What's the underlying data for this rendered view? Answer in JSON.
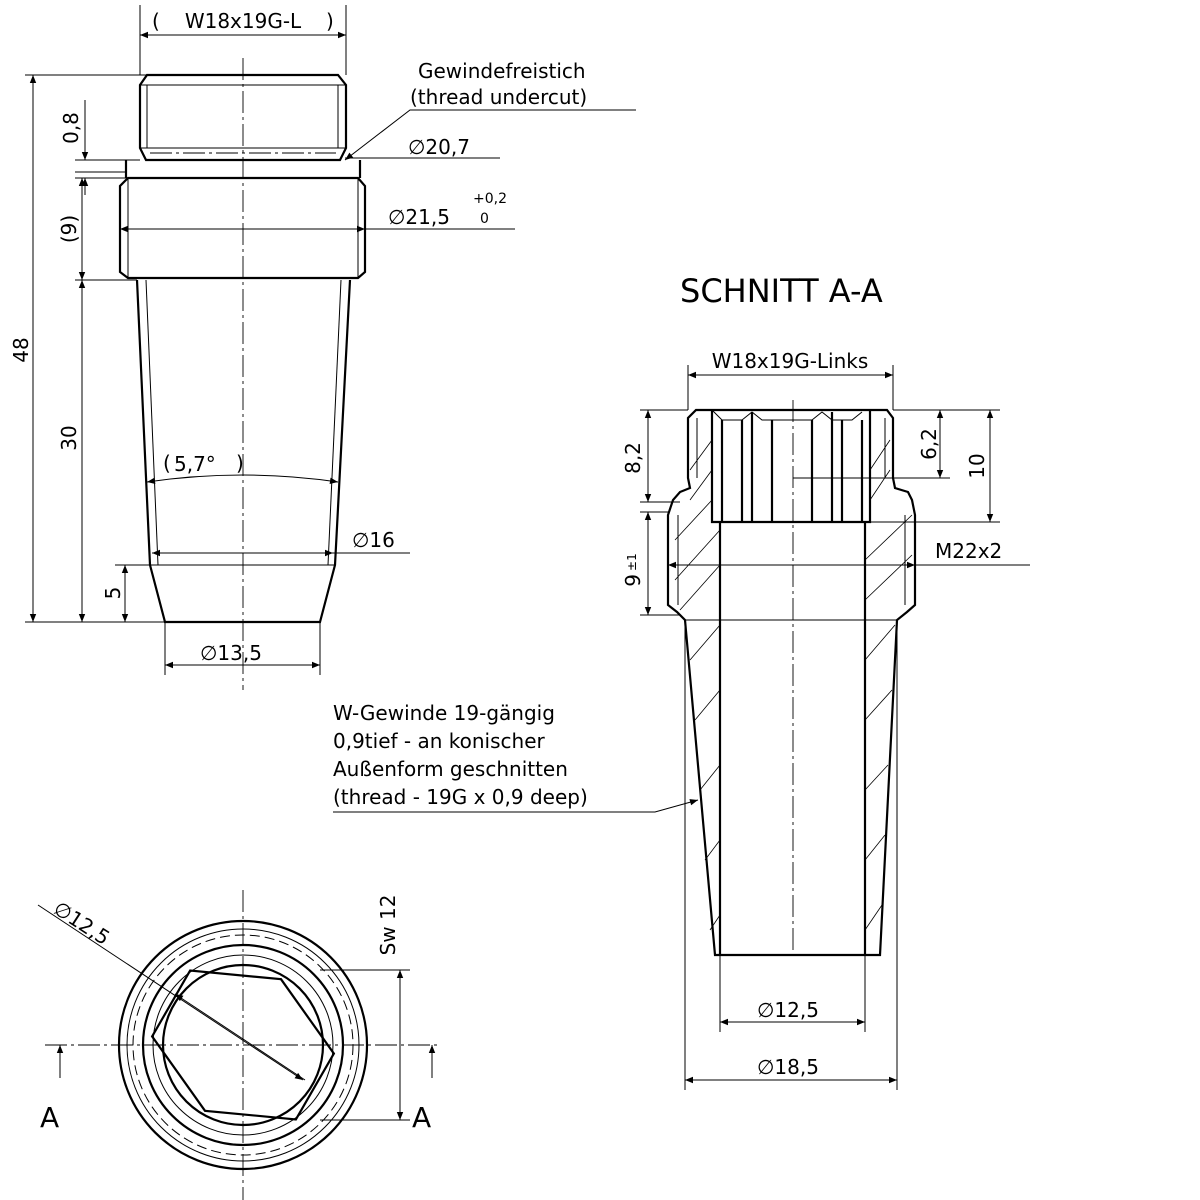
{
  "side_view": {
    "thread_label": "W18x19G-L",
    "undercut_label_de": "Gewindefreistich",
    "undercut_label_en": "(thread undercut)",
    "dia_undercut": "20,7",
    "dia_collar": "21,5",
    "tol_upper": "+0,2",
    "tol_lower": "0",
    "dim_undercut_width": "0,8",
    "dim_collar_height": "(9)",
    "dim_total": "48",
    "dim_body": "30",
    "dim_taper_angle": "5,7°",
    "dia_body": "16",
    "dim_tip": "5",
    "dia_tip": "13,5"
  },
  "section_view": {
    "title": "SCHNITT A-A",
    "thread_label": "W18x19G-Links",
    "dim_upper": "8,2",
    "dim_collar": "9",
    "dim_collar_tol": "±1",
    "dim_hex_depth": "6,2",
    "dim_depth": "10",
    "thread_ext": "M22x2",
    "dia_bore": "12,5",
    "dia_outer": "18,5",
    "note": [
      "W-Gewinde 19-gängig",
      "0,9tief - an konischer",
      "Außenform geschnitten",
      "(thread - 19G x 0,9 deep)"
    ]
  },
  "top_view": {
    "dia_label": "12,5",
    "sw_label": "Sw 12",
    "section_mark_left": "A",
    "section_mark_right": "A"
  },
  "symbols": {
    "diameter": "∅"
  }
}
